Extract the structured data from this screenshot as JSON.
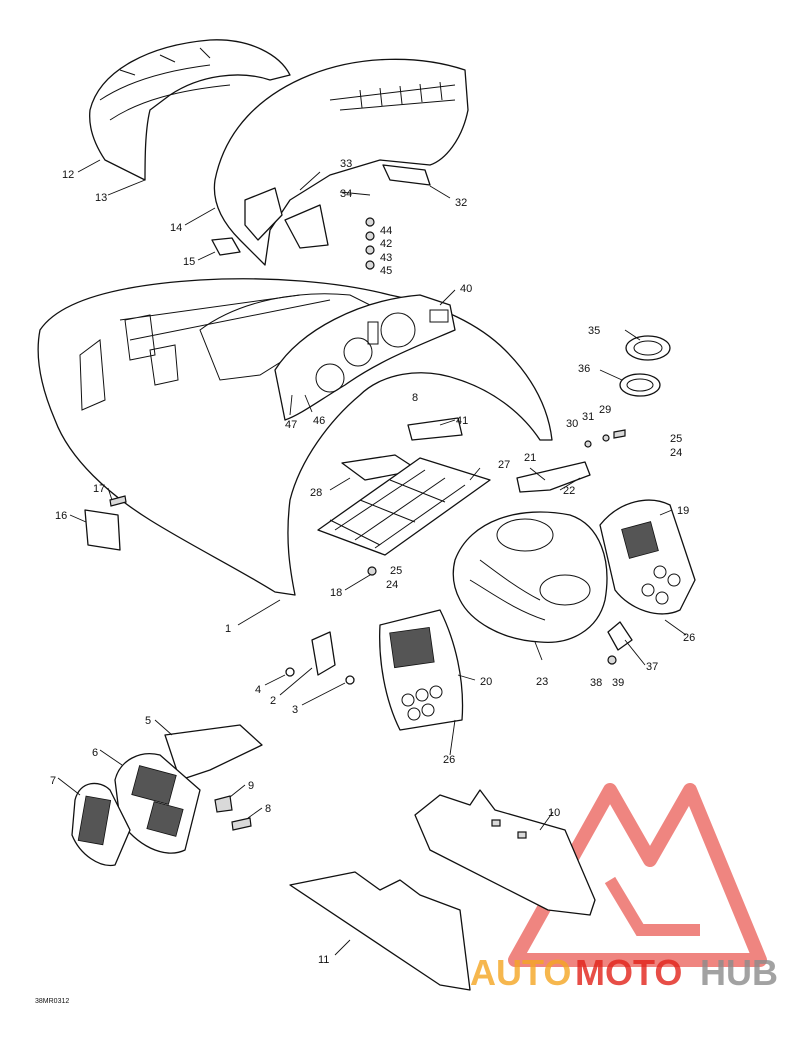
{
  "diagram": {
    "reference_code": "38MR0312",
    "callouts": [
      "1",
      "2",
      "3",
      "4",
      "5",
      "6",
      "7",
      "8",
      "8",
      "9",
      "10",
      "11",
      "12",
      "13",
      "14",
      "15",
      "16",
      "17",
      "18",
      "19",
      "20",
      "21",
      "22",
      "23",
      "24",
      "24",
      "25",
      "25",
      "26",
      "26",
      "27",
      "28",
      "29",
      "30",
      "31",
      "32",
      "33",
      "34",
      "35",
      "36",
      "37",
      "38",
      "39",
      "40",
      "41",
      "42",
      "43",
      "44",
      "45",
      "46",
      "47"
    ]
  },
  "watermark": {
    "text_part1": "AUTO",
    "text_part2": "MOTO",
    "text_part3": "HUB",
    "colors": {
      "orange": "#f5a623",
      "red": "#e2231a",
      "grey": "#8c8c8c",
      "logo": "#e2231a"
    }
  }
}
